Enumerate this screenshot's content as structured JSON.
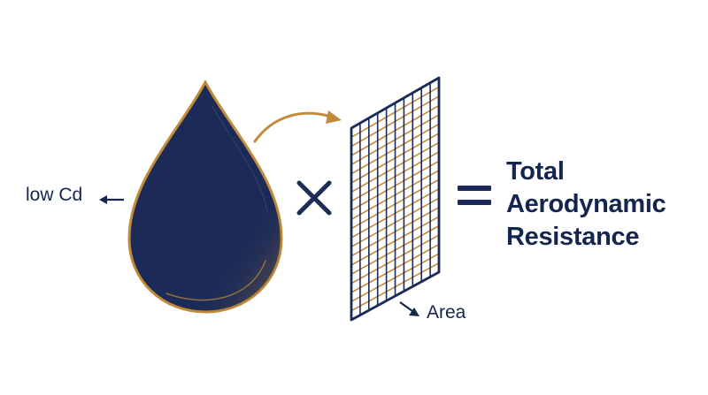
{
  "colors": {
    "navy": "#1b2a57",
    "navy_text": "#14254f",
    "gold": "#c38a3a",
    "background": "#ffffff"
  },
  "icons": {
    "drop": "teardrop-icon",
    "curved_arrow": "curved-arrow-icon",
    "multiply": "multiply-icon",
    "grid": "grid-panel-icon",
    "equals": "equals-icon",
    "pointer_left": "arrow-left-icon",
    "pointer_diag": "arrow-down-right-icon"
  },
  "labels": {
    "drag_coefficient": "low Cd",
    "area": "Area",
    "result_line1": "Total",
    "result_line2": "Aerodynamic",
    "result_line3": "Resistance"
  }
}
